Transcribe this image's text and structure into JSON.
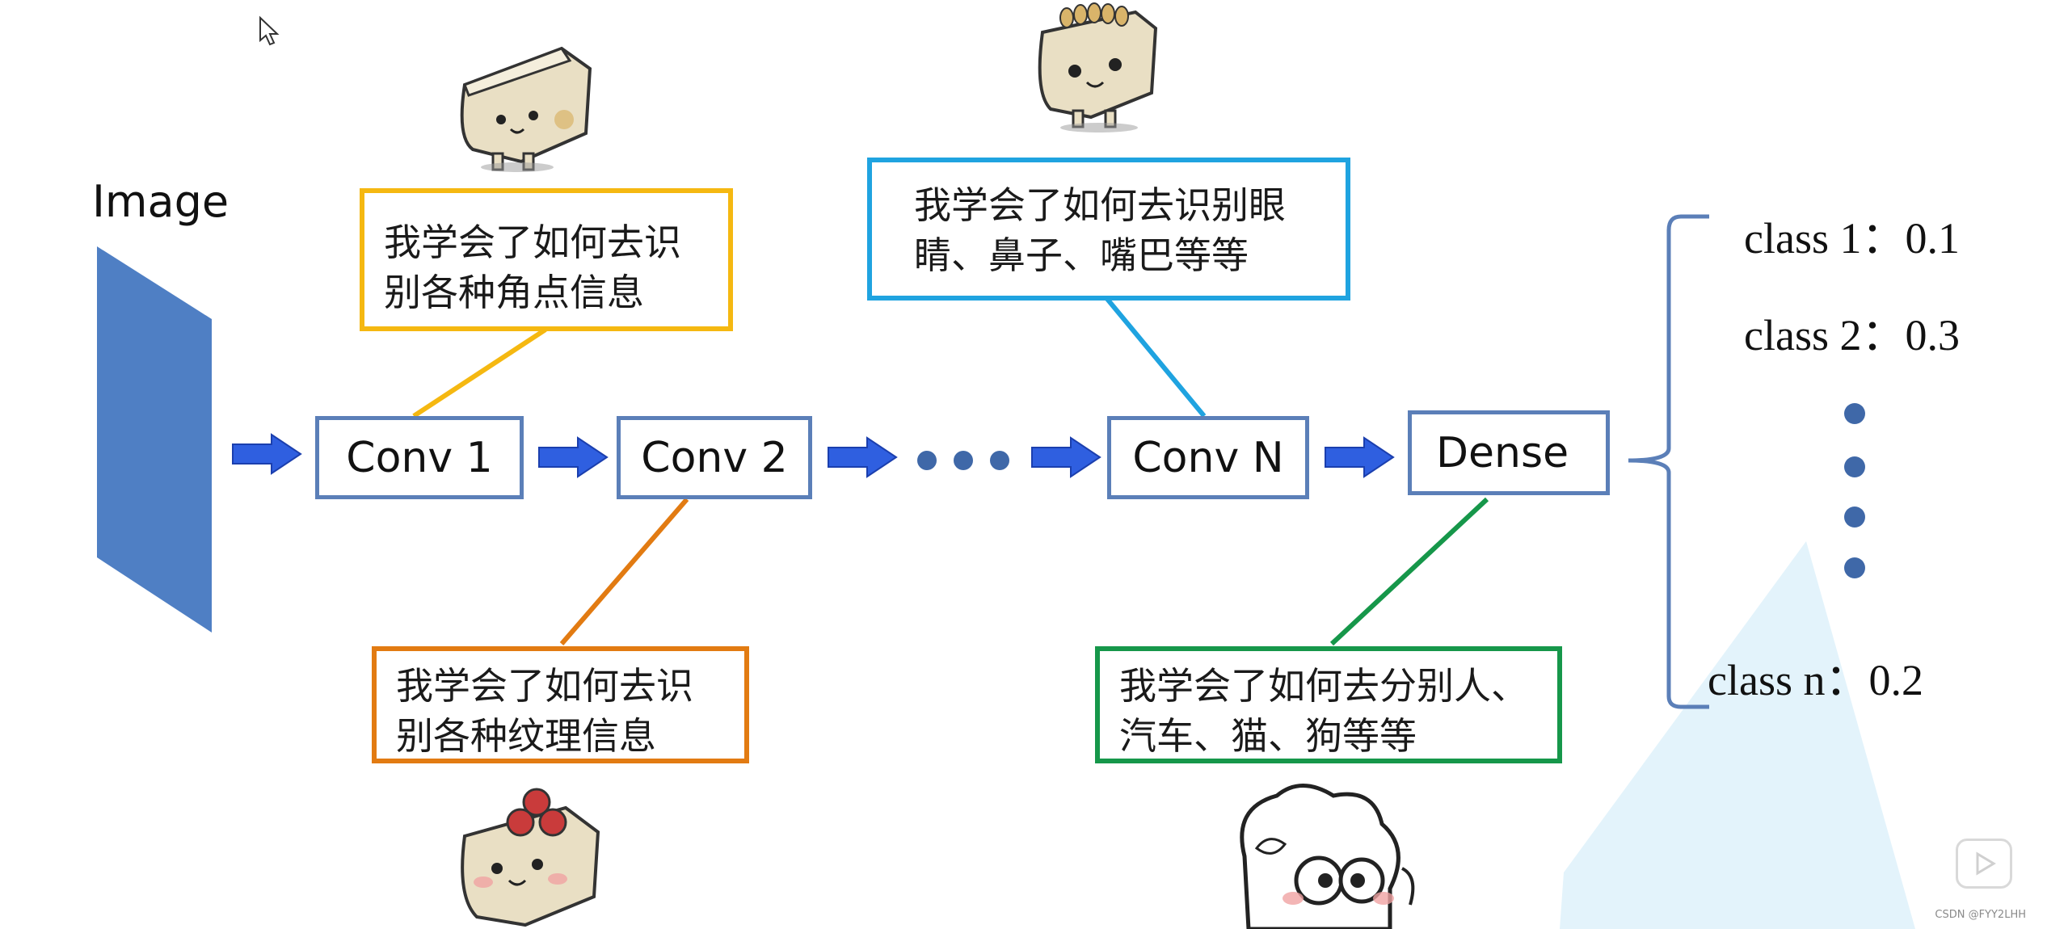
{
  "diagram": {
    "input_label": "Image",
    "layers": {
      "conv1": "Conv 1",
      "conv2": "Conv 2",
      "convN": "Conv N",
      "dense": "Dense"
    },
    "notes": {
      "conv1": [
        "我学会了如何去识",
        "别各种角点信息"
      ],
      "conv2": [
        "我学会了如何去识",
        "别各种纹理信息"
      ],
      "convN": [
        "我学会了如何去识别眼",
        "睛、鼻子、嘴巴等等"
      ],
      "dense": [
        "我学会了如何去分别人、",
        "汽车、猫、狗等等"
      ]
    },
    "classes": {
      "c1": "class 1：0.1",
      "c2": "class 2：0.3",
      "cn": "class n：0.2"
    }
  },
  "colors": {
    "layer_border": "#5b7fb8",
    "input_fill": "#4f7fc4",
    "arrow": "#2f5fe0",
    "dots": "#3f68a8",
    "note_conv1": "#f5b811",
    "note_conv2": "#e27b12",
    "note_convN": "#1fa3e0",
    "note_dense": "#16974a",
    "brace": "#5b7fb8"
  },
  "overlay": {
    "watermark": "CSDN @FYY2LHH"
  }
}
